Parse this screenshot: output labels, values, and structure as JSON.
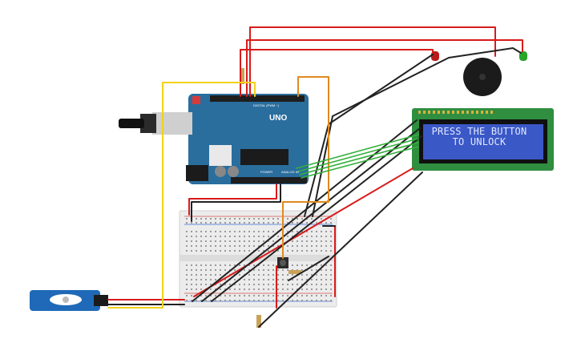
{
  "lcd": {
    "line1": "PRESS THE BUTTON",
    "line2": "TO UNLOCK",
    "background_color": "#3b58c7",
    "text_color": "#dfe7ff",
    "board_color": "#2f8e3f"
  },
  "arduino": {
    "brand_label": "UNO",
    "digital_label": "DIGITAL (PWM ~)",
    "power_label": "POWER",
    "analog_label": "ANALOG IN",
    "board_color": "#2a6e9e"
  },
  "components": {
    "led_red_color": "#b81b1b",
    "led_green_color": "#2aa52a",
    "buzzer_color": "#1b1b1b",
    "servo_color": "#1f69b8",
    "breadboard_color": "#ececec"
  },
  "wire_colors": {
    "red": "#d81b1b",
    "black": "#222222",
    "yellow": "#f1d21a",
    "orange": "#e08a1e",
    "green": "#33b03a"
  }
}
